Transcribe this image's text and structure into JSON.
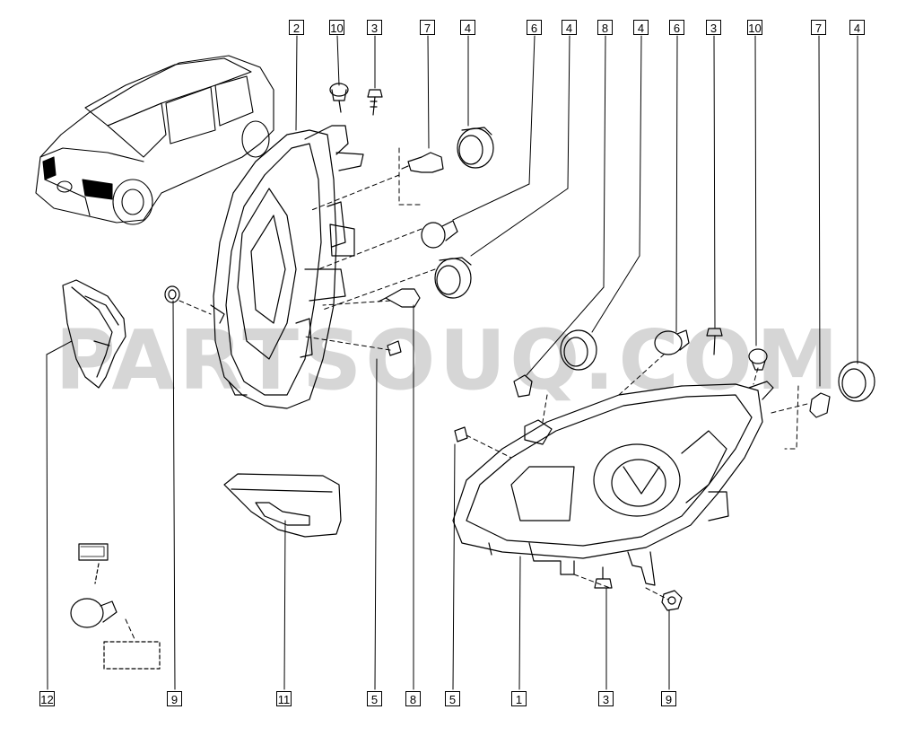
{
  "watermark": "PARTSOUQ.COM",
  "callouts_top": [
    "2",
    "10",
    "3",
    "7",
    "4",
    "6",
    "4",
    "8",
    "4",
    "6",
    "3",
    "10",
    "7",
    "4"
  ],
  "callouts_bottom": [
    "12",
    "9",
    "11",
    "5",
    "8",
    "5",
    "1",
    "3",
    "9"
  ]
}
